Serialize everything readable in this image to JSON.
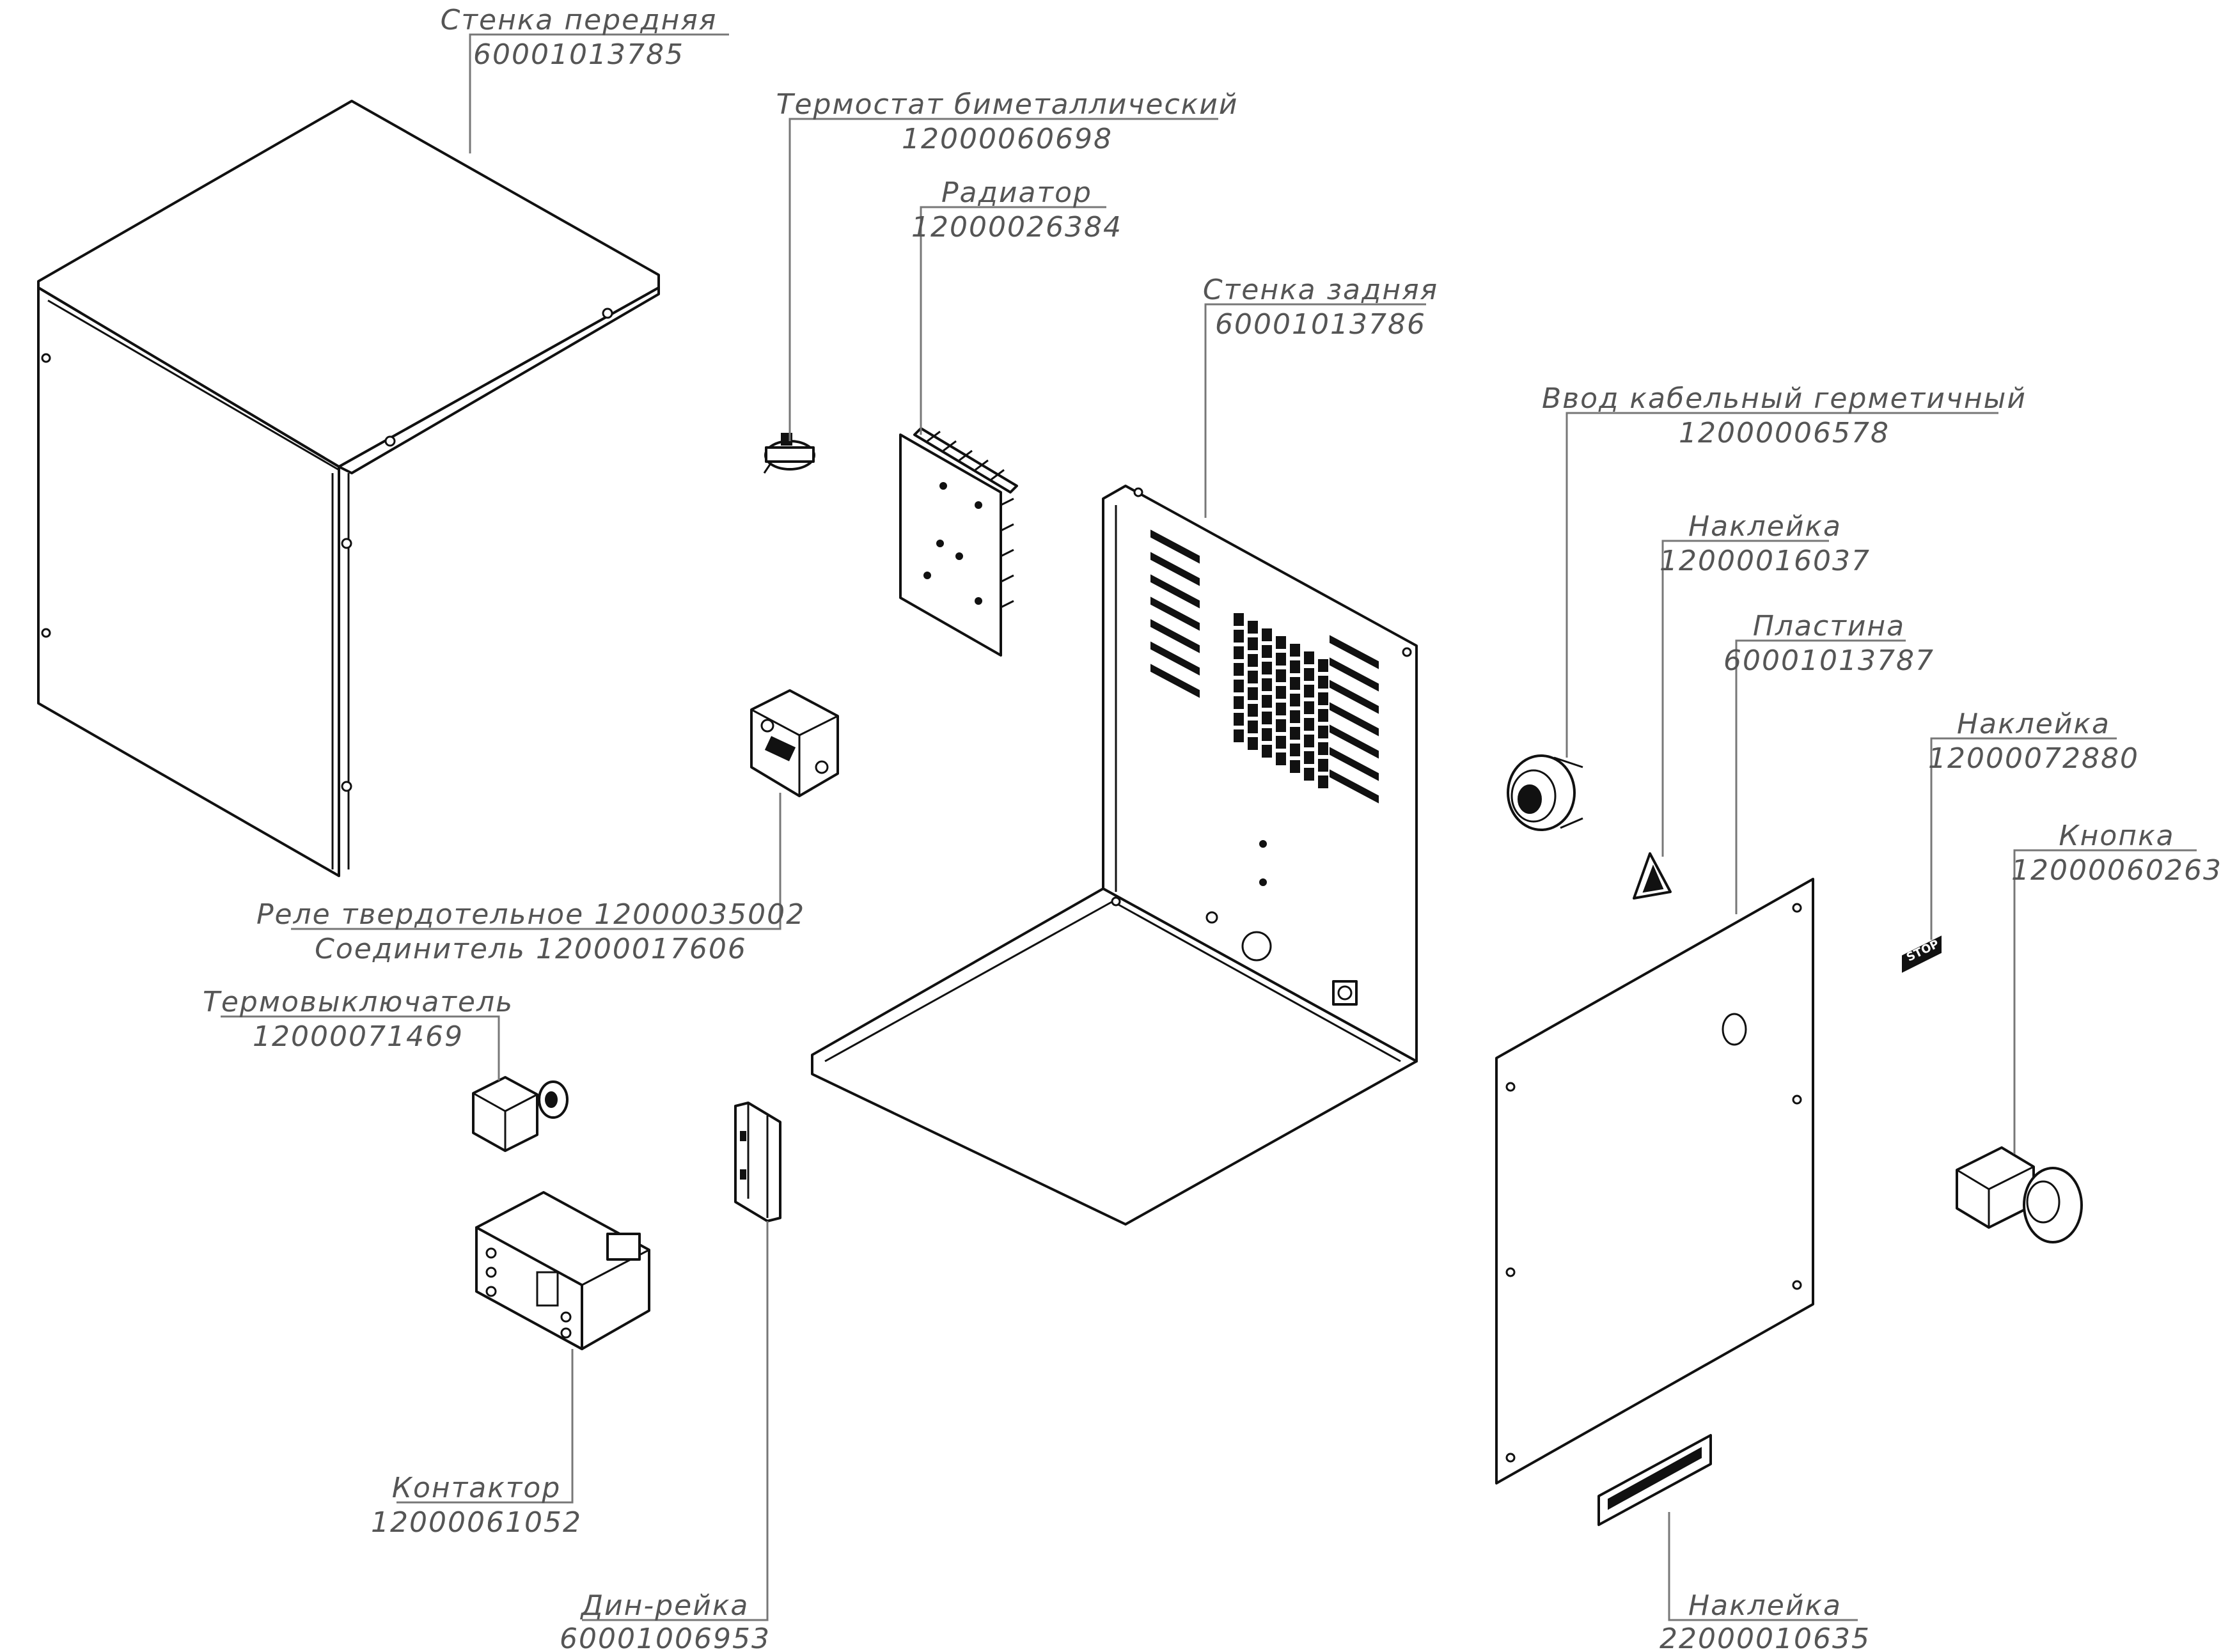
{
  "callouts": [
    {
      "name": "Стенка передняя",
      "code": "60001013785"
    },
    {
      "name": "Термостат биметаллический",
      "code": "12000060698"
    },
    {
      "name": "Радиатор",
      "code": "12000026384"
    },
    {
      "name": "Стенка задняя",
      "code": "60001013786"
    },
    {
      "name": "Ввод кабельный герметичный",
      "code": "12000006578"
    },
    {
      "name": "Наклейка",
      "code": "12000016037"
    },
    {
      "name": "Пластина",
      "code": "60001013787"
    },
    {
      "name": "Наклейка",
      "code": "12000072880"
    },
    {
      "name": "Кнопка",
      "code": "12000060263"
    },
    {
      "name": "Реле твердотельное 12000035002",
      "code": "Соединитель 12000017606"
    },
    {
      "name": "Термовыключатель",
      "code": "12000071469"
    },
    {
      "name": "Контактор",
      "code": "12000061052"
    },
    {
      "name": "Дин-рейка",
      "code": "60001006953"
    },
    {
      "name": "Наклейка",
      "code": "22000010635"
    }
  ],
  "button_sticker_text": "STOP"
}
